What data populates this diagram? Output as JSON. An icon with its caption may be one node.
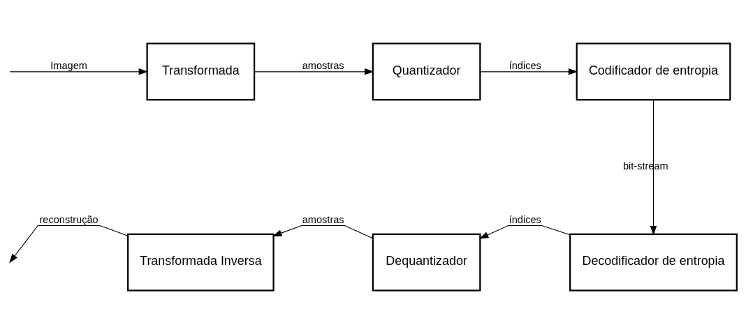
{
  "diagram": {
    "nodes": [
      {
        "text": [
          "Transformada"
        ]
      },
      {
        "text": [
          "Quantizador"
        ]
      },
      {
        "text": [
          "Codificador de entropia"
        ]
      },
      {
        "text": [
          "Decodificador de entropia"
        ]
      },
      {
        "text": [
          "Dequantizador"
        ]
      },
      {
        "text": [
          "Transformada Inversa"
        ]
      }
    ],
    "edges": [
      {
        "from": null,
        "to": 0,
        "arrow": "to",
        "label": "Imagem"
      },
      {
        "from": 0,
        "to": 1,
        "arrow": "to",
        "label": "amostras"
      },
      {
        "from": 1,
        "to": 2,
        "arrow": "to",
        "label": "índices"
      },
      {
        "from": 2,
        "to": 3,
        "arrow": "to",
        "label": "bit-stream"
      },
      {
        "from": 3,
        "to": 4,
        "arrow": "to",
        "label": "índices"
      },
      {
        "from": 4,
        "to": 5,
        "arrow": "to",
        "label": "amostras"
      },
      {
        "from": 5,
        "to": null,
        "arrow": "to",
        "label": "reconstrução"
      }
    ]
  }
}
